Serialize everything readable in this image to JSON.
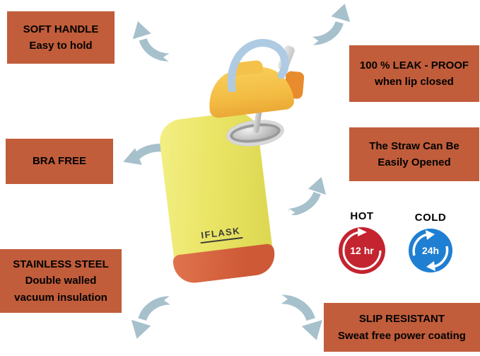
{
  "callouts": {
    "soft_handle": {
      "line1": "SOFT HANDLE",
      "line2": "Easy to hold"
    },
    "leak_proof": {
      "line1": "100 % LEAK - PROOF",
      "line2": "when lip closed"
    },
    "bpa_free": {
      "line1": "BRA FREE"
    },
    "straw_open": {
      "line1": "The Straw Can Be",
      "line2": "Easily Opened"
    },
    "stainless_steel": {
      "line1": "STAINLESS STEEL",
      "line2": "Double walled",
      "line3": "vacuum insulation"
    },
    "slip_resistant": {
      "line1": "SLIP RESISTANT",
      "line2": "Sweat free power coating"
    }
  },
  "bottle": {
    "brand_label": "IFLASK"
  },
  "badges": {
    "hot": {
      "label": "HOT",
      "duration": "12 hr"
    },
    "cold": {
      "label": "COLD",
      "duration": "24h"
    }
  },
  "colors": {
    "callout_bg": "#C15D3B",
    "arrow": "#A7C1CC",
    "bottle_body": "#EAE566",
    "bottle_base": "#CE5936",
    "lid": "#F3BC43",
    "lid_clip": "#E88B2D",
    "strap": "#AECBE3",
    "hot_circle": "#C32430",
    "cold_circle": "#1F7FD2"
  }
}
